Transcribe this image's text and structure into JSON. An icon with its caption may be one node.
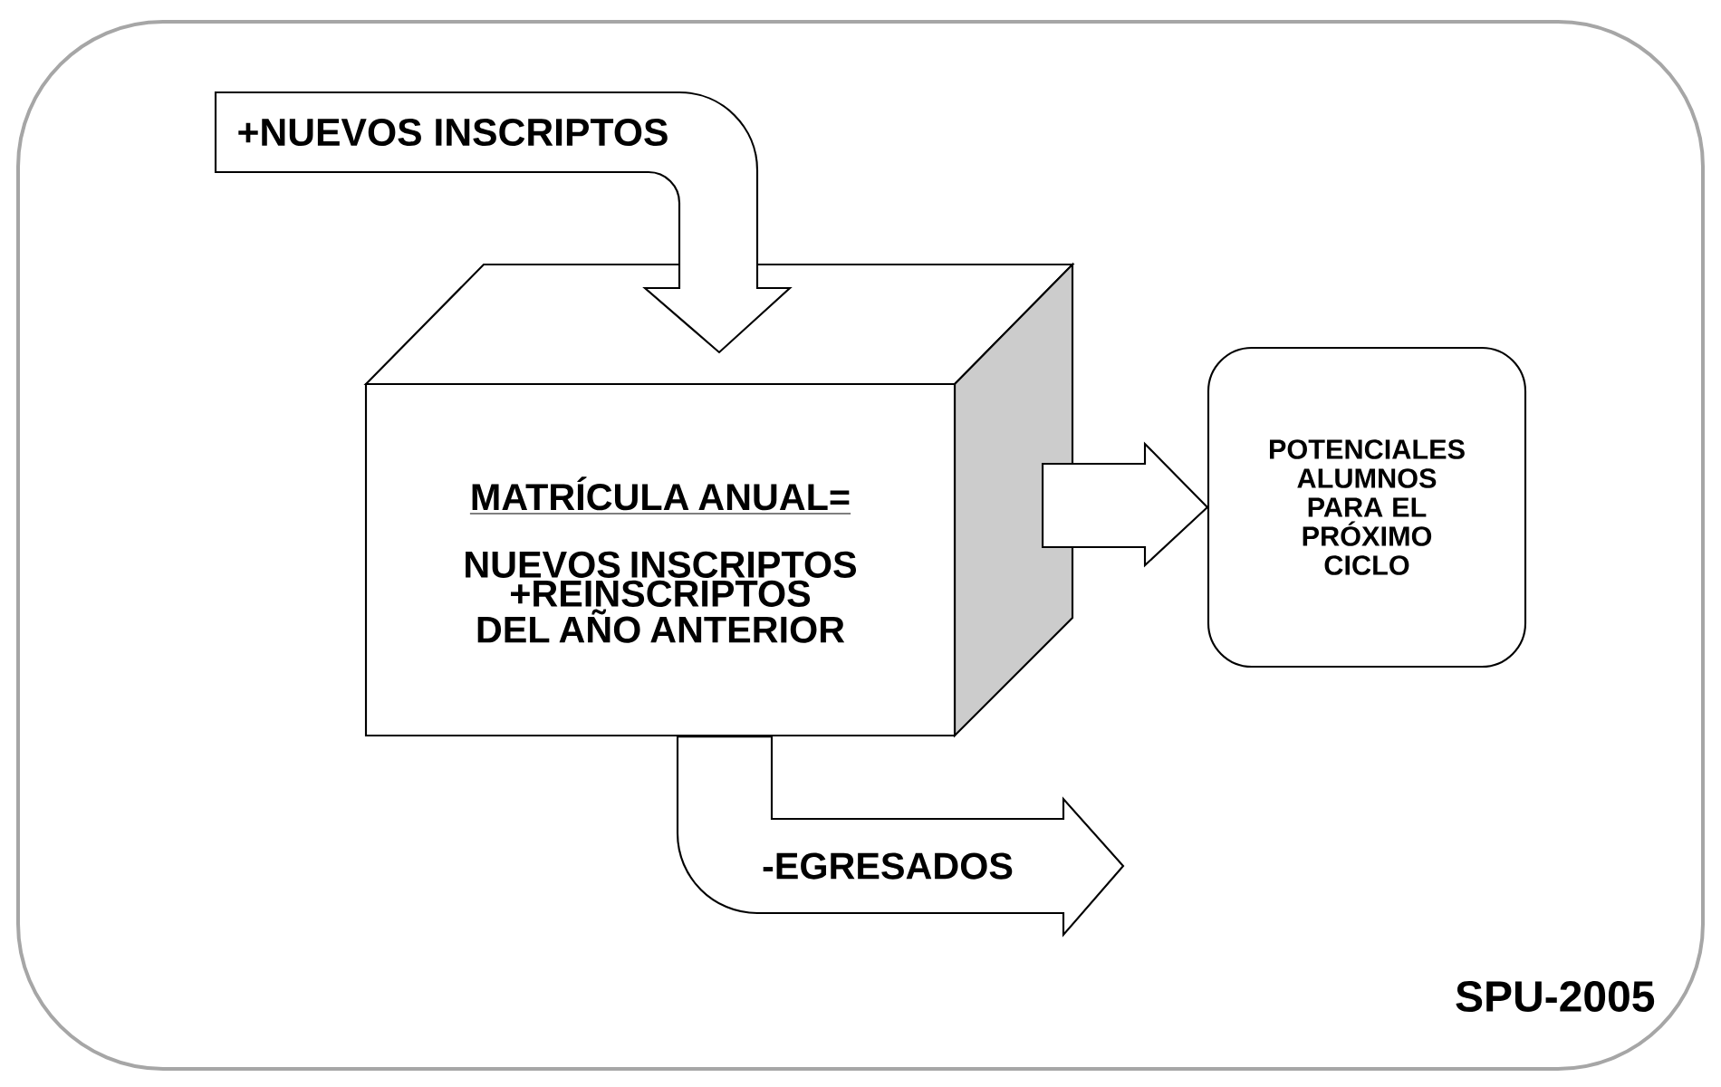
{
  "diagram": {
    "nodes": [
      {
        "text": [
          "MATRÍCULA ANUAL=",
          "NUEVOS INSCRIPTOS +REINSCRIPTOS DEL AÑO ANTERIOR"
        ]
      },
      {
        "text": [
          "POTENCIALES ALUMNOS PARA EL PRÓXIMO CICLO"
        ]
      }
    ],
    "edges": [
      {
        "from": null,
        "to": 0,
        "arrow": "to",
        "label": "+NUEVOS INSCRIPTOS"
      },
      {
        "from": 0,
        "to": 1,
        "arrow": "to"
      },
      {
        "from": 0,
        "to": null,
        "arrow": "to",
        "label": "-EGRESADOS"
      }
    ],
    "labels": [
      "SPU-2005"
    ]
  }
}
